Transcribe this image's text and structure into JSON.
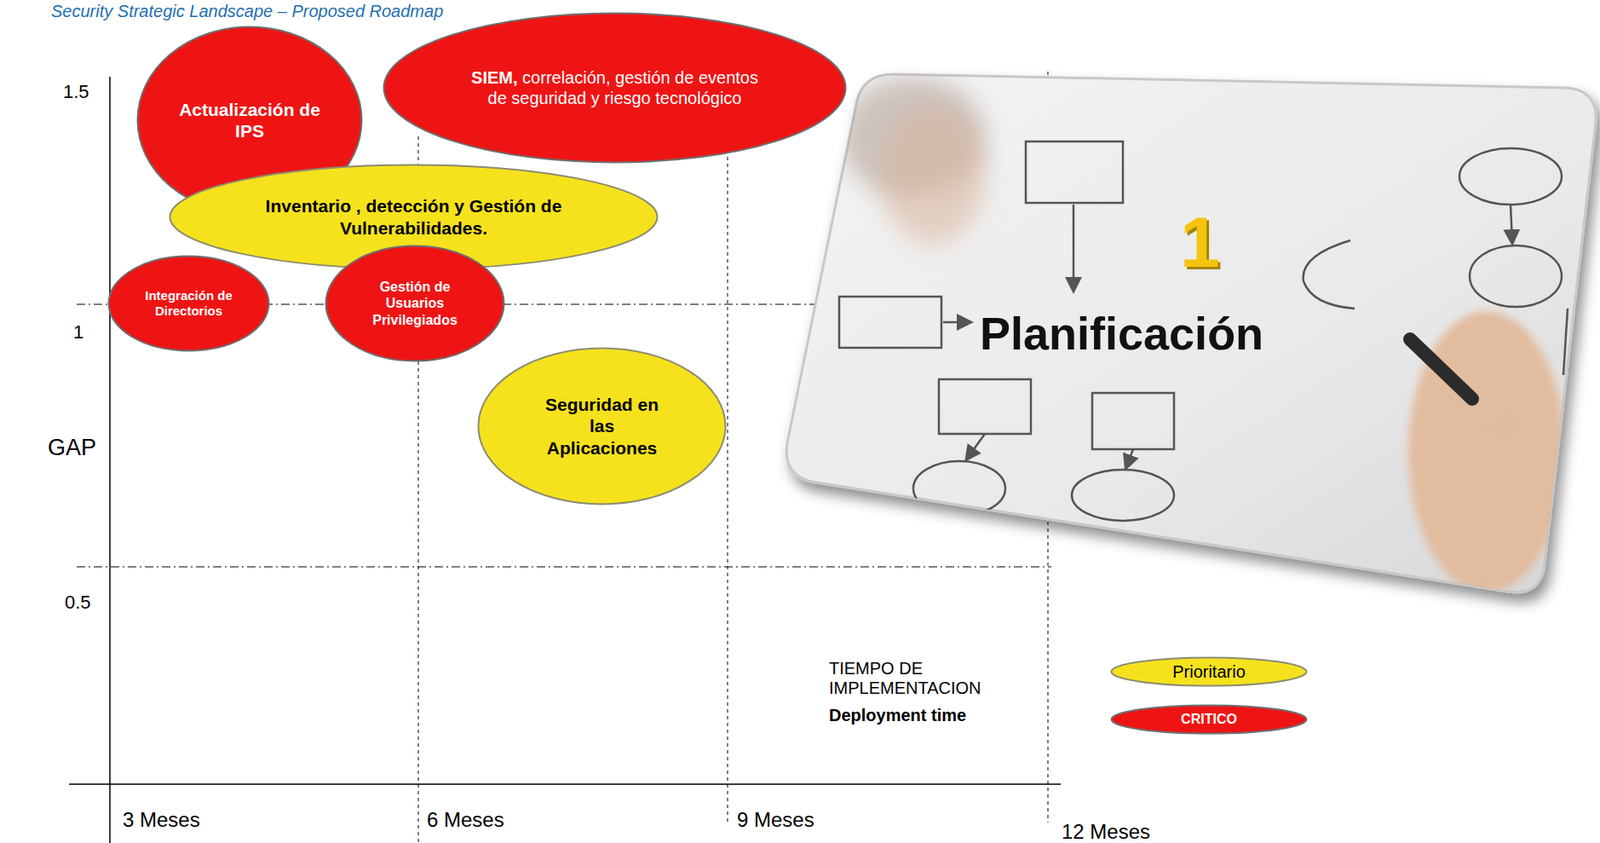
{
  "diagram": {
    "title": "Security Strategic Landscape – Proposed Roadmap",
    "nodes": [
      {
        "text": [
          "Actualización de IPS"
        ]
      },
      {
        "text": [
          "SIEM,",
          "correlación, gestión de eventos de seguridad y riesgo tecnológico"
        ]
      },
      {
        "text": [
          "Inventario , detección y Gestión de Vulnerabilidades."
        ]
      },
      {
        "text": [
          "Integración de Directorios"
        ]
      },
      {
        "text": [
          "Gestión de Usuarios Privilegiados"
        ]
      },
      {
        "text": [
          "Seguridad en las Aplicaciones"
        ]
      }
    ],
    "labels": [
      "1.5",
      "1",
      "GAP",
      "0.5",
      "3 Meses",
      "6 Meses",
      "9 Meses",
      "12 Meses",
      "TIEMPO DE IMPLEMENTACION",
      "Deployment time",
      "1",
      "Planificación"
    ],
    "legend": [
      {
        "text": "Prioritario",
        "color": "#f6e21c"
      },
      {
        "text": "CRITICO",
        "color": "#ee1414"
      }
    ]
  }
}
